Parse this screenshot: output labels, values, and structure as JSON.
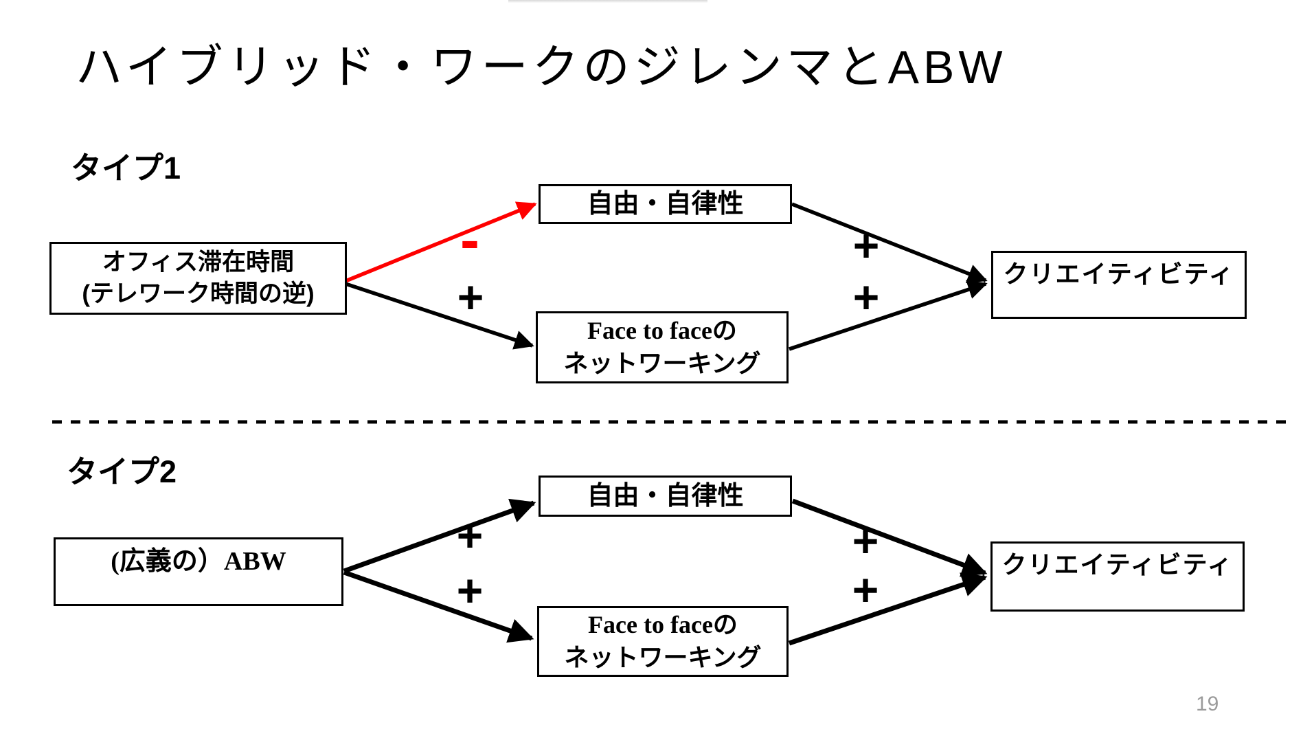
{
  "slide": {
    "title": "ハイブリッド・ワークのジレンマとABW",
    "page_number": "19"
  },
  "colors": {
    "ink": "#000000",
    "negative": "#fe0000",
    "page_number": "#9b9b9b",
    "artifact": "#d8d8d8"
  },
  "type1": {
    "label": "タイプ1",
    "source": {
      "lines": [
        "オフィス滞在時間",
        "(テレワーク時間の逆)"
      ]
    },
    "mediator_top": "自由・自律性",
    "mediator_bottom": {
      "lines": [
        "Face to faceの",
        "ネットワーキング"
      ]
    },
    "outcome": "クリエイティビティ",
    "edges": [
      {
        "from": "source",
        "to": "mediator_top",
        "sign": "-"
      },
      {
        "from": "source",
        "to": "mediator_bottom",
        "sign": "+"
      },
      {
        "from": "mediator_top",
        "to": "outcome",
        "sign": "+"
      },
      {
        "from": "mediator_bottom",
        "to": "outcome",
        "sign": "+"
      }
    ]
  },
  "type2": {
    "label": "タイプ2",
    "source": "(広義の）ABW",
    "mediator_top": "自由・自律性",
    "mediator_bottom": {
      "lines": [
        "Face to faceの",
        "ネットワーキング"
      ]
    },
    "outcome": "クリエイティビティ",
    "edges": [
      {
        "from": "source",
        "to": "mediator_top",
        "sign": "+"
      },
      {
        "from": "source",
        "to": "mediator_bottom",
        "sign": "+"
      },
      {
        "from": "mediator_top",
        "to": "outcome",
        "sign": "+"
      },
      {
        "from": "mediator_bottom",
        "to": "outcome",
        "sign": "+"
      }
    ]
  }
}
